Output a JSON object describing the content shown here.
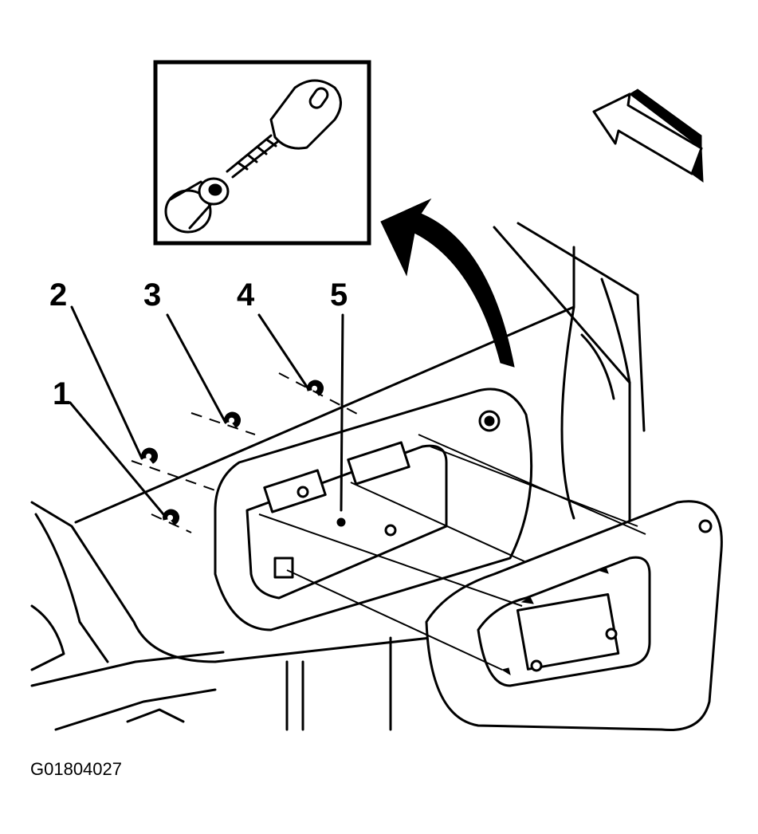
{
  "callouts": [
    "1",
    "2",
    "3",
    "4",
    "5"
  ],
  "figure_id": "G01804027",
  "icons": {
    "inset": "key-and-lock-cylinder-icon",
    "direction": "vehicle-front-direction-arrow-icon",
    "removal": "curved-removal-arrow-icon"
  }
}
